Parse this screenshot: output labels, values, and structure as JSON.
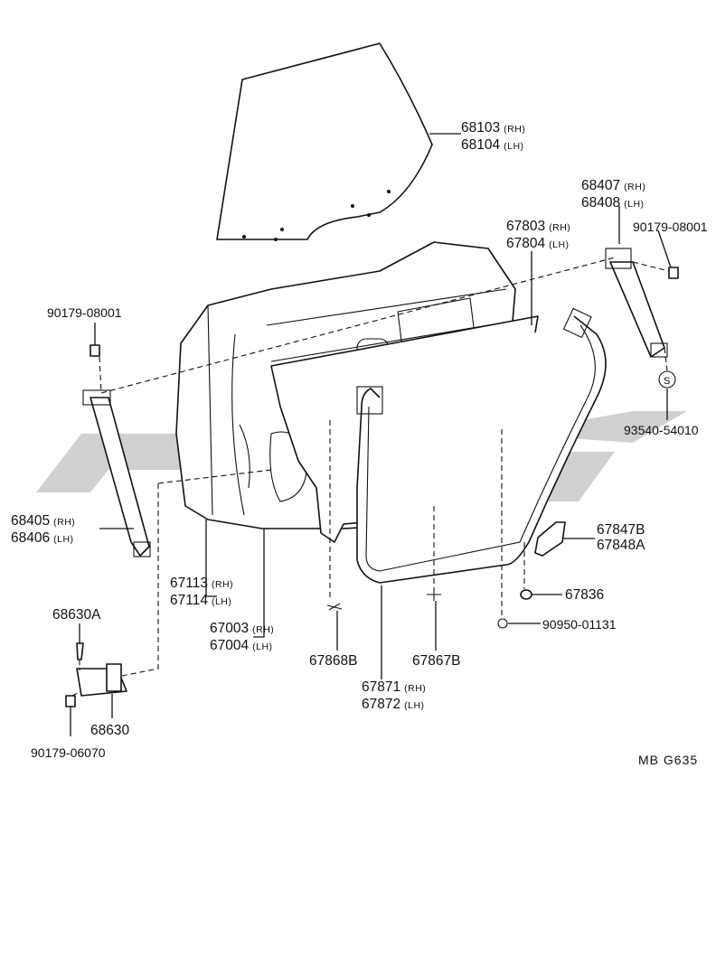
{
  "diagram_code": "MB  G635",
  "labels": {
    "glass": {
      "line1": "68103",
      "sfx1": "(RH)",
      "line2": "68104",
      "sfx2": "(LH)"
    },
    "rear_sash": {
      "line1": "68407",
      "sfx1": "(RH)",
      "line2": "68408",
      "sfx2": "(LH)"
    },
    "bolt_right": {
      "line1": "90179-08001"
    },
    "service_hole": {
      "line1": "67803",
      "sfx1": "(RH)",
      "line2": "67804",
      "sfx2": "(LH)"
    },
    "bolt_left": {
      "line1": "90179-08001"
    },
    "clip_s": {
      "line1": "93540-54010"
    },
    "front_sash": {
      "line1": "68405",
      "sfx1": "(RH)",
      "line2": "68406",
      "sfx2": "(LH)"
    },
    "pad": {
      "line1": "67847B",
      "line2": "67848A"
    },
    "panel_sub": {
      "line1": "67113",
      "sfx1": "(RH)",
      "line2": "67114",
      "sfx2": "(LH)"
    },
    "clip_67836": {
      "line1": "67836"
    },
    "stopper_bolt": {
      "line1": "68630A"
    },
    "door_panel": {
      "line1": "67003",
      "sfx1": "(RH)",
      "line2": "67004",
      "sfx2": "(LH)"
    },
    "plug": {
      "line1": "90950-01131"
    },
    "clip_b": {
      "line1": "67868B"
    },
    "clip_a": {
      "line1": "67867B"
    },
    "weatherstrip": {
      "line1": "67871",
      "sfx1": "(RH)",
      "line2": "67872",
      "sfx2": "(LH)"
    },
    "check_assy": {
      "line1": "68630"
    },
    "check_nut": {
      "line1": "90179-06070"
    }
  },
  "colors": {
    "ink": "#111111",
    "watermark": "#c8c8c8",
    "background": "#ffffff"
  }
}
